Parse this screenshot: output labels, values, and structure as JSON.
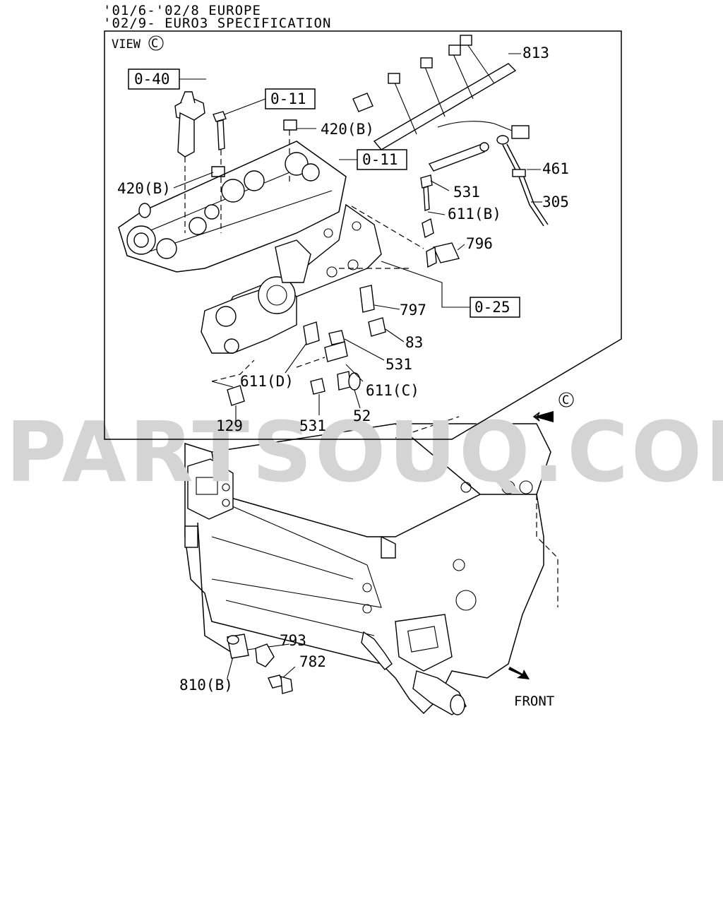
{
  "header": {
    "line1": "'01/6-'02/8 EUROPE",
    "line2": "'02/9- EURO3 SPECIFICATION"
  },
  "view": {
    "label": "VIEW",
    "circle": "C"
  },
  "view_marker": "C",
  "watermark": "PARTSOUQ.COM",
  "front_label": "FRONT",
  "ref_boxes": {
    "r040": "0-40",
    "r011a": "0-11",
    "r011b": "0-11",
    "r025": "0-25"
  },
  "labels": {
    "p813": "813",
    "p420b_top": "420(B)",
    "p420b_left": "420(B)",
    "p461": "461",
    "p305": "305",
    "p531_top": "531",
    "p611b": "611(B)",
    "p796": "796",
    "p797": "797",
    "p83": "83",
    "p531_mid": "531",
    "p611d": "611(D)",
    "p611c": "611(C)",
    "p52": "52",
    "p129": "129",
    "p531_bot": "531",
    "p793": "793",
    "p782": "782",
    "p810b": "810(B)"
  }
}
